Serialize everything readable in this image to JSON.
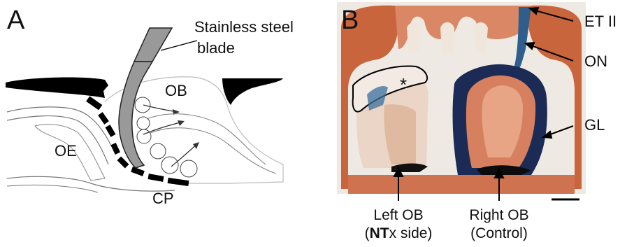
{
  "figure": {
    "panel_a": {
      "letter": "A",
      "blade_label_line1": "Stainless steel",
      "blade_label_line2": "blade",
      "ob_label": "OB",
      "oe_label": "OE",
      "cp_label": "CP"
    },
    "panel_b": {
      "letter": "B",
      "asterisk": "*",
      "et_label": "ET II",
      "on_label": "ON",
      "gl_label": "GL",
      "left_ob_line1": "Left OB",
      "left_ob_line2_bold": "NT",
      "left_ob_line2_rest": "x side)",
      "left_ob_open_paren": "(",
      "right_ob_line1": "Right OB",
      "right_ob_line2": "(Control)"
    }
  }
}
